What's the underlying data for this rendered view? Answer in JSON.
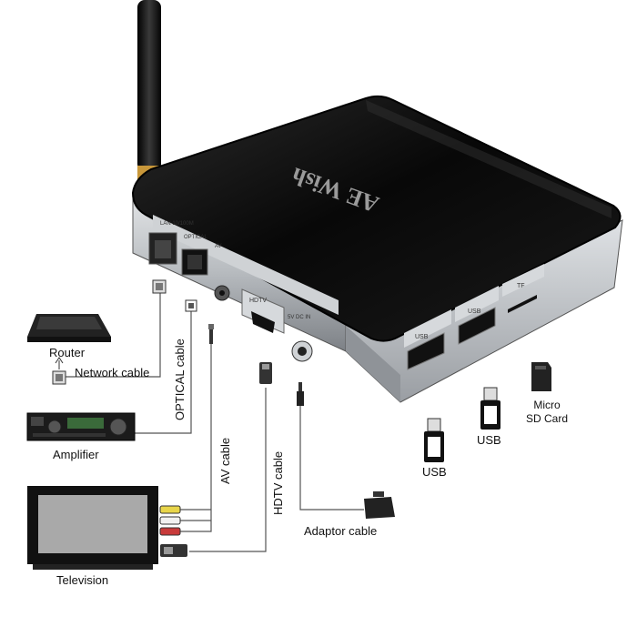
{
  "device": {
    "brand_logo": "AE Wish",
    "port_labels": {
      "lan": "LAN 10/100M",
      "optical": "OPTICAL",
      "av": "AV",
      "hdtv": "HDTV",
      "dc_in": "5V DC IN",
      "usb_1": "USB",
      "usb_2": "USB",
      "tf": "TF"
    }
  },
  "labels": {
    "router": "Router",
    "network_cable": "Network cable",
    "optical_cable": "OPTICAL cable",
    "amplifier": "Amplifier",
    "av_cable": "AV cable",
    "hdtv_cable": "HDTV cable",
    "television": "Television",
    "adaptor_cable": "Adaptor cable",
    "usb_a": "USB",
    "usb_b": "USB",
    "micro_sd": "Micro SD Card"
  },
  "colors": {
    "box_top": "#0c0c0c",
    "box_side": "#b9bdc2",
    "antenna": "#111111",
    "antenna_joint": "#c8973a",
    "cable_line": "#555555"
  }
}
